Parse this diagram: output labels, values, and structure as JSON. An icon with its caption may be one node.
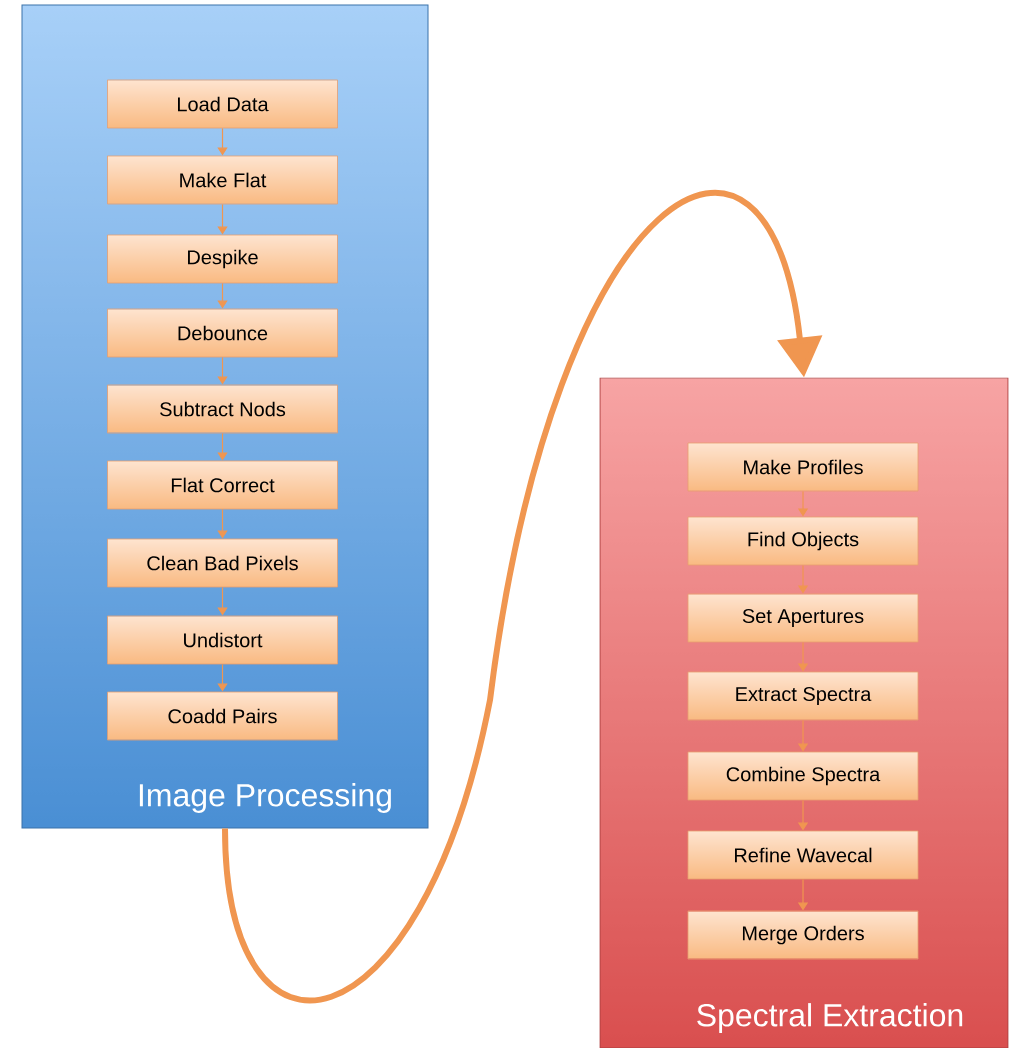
{
  "diagram": {
    "nodes": [
      {
        "text": [
          "Image Processing"
        ]
      },
      {
        "text": [
          "Load Data"
        ],
        "in": 0
      },
      {
        "text": [
          "Make Flat"
        ],
        "in": 0
      },
      {
        "text": [
          "Despike"
        ],
        "in": 0
      },
      {
        "text": [
          "Debounce"
        ],
        "in": 0
      },
      {
        "text": [
          "Subtract Nods"
        ],
        "in": 0
      },
      {
        "text": [
          "Flat Correct"
        ],
        "in": 0
      },
      {
        "text": [
          "Clean Bad Pixels"
        ],
        "in": 0
      },
      {
        "text": [
          "Undistort"
        ],
        "in": 0
      },
      {
        "text": [
          "Coadd Pairs"
        ],
        "in": 0
      },
      {
        "text": [
          "Spectral Extraction"
        ]
      },
      {
        "text": [
          "Make Profiles"
        ],
        "in": 10
      },
      {
        "text": [
          "Find Objects"
        ],
        "in": 10
      },
      {
        "text": [
          "Set Apertures"
        ],
        "in": 10
      },
      {
        "text": [
          "Extract Spectra"
        ],
        "in": 10
      },
      {
        "text": [
          "Combine Spectra"
        ],
        "in": 10
      },
      {
        "text": [
          "Refine Wavecal"
        ],
        "in": 10
      },
      {
        "text": [
          "Merge Orders"
        ],
        "in": 10
      }
    ],
    "edges": [
      {
        "from": 1,
        "to": 2,
        "arrow": "to"
      },
      {
        "from": 2,
        "to": 3,
        "arrow": "to"
      },
      {
        "from": 3,
        "to": 4,
        "arrow": "to"
      },
      {
        "from": 4,
        "to": 5,
        "arrow": "to"
      },
      {
        "from": 5,
        "to": 6,
        "arrow": "to"
      },
      {
        "from": 6,
        "to": 7,
        "arrow": "to"
      },
      {
        "from": 7,
        "to": 8,
        "arrow": "to"
      },
      {
        "from": 8,
        "to": 9,
        "arrow": "to"
      },
      {
        "from": 11,
        "to": 12,
        "arrow": "to"
      },
      {
        "from": 12,
        "to": 13,
        "arrow": "to"
      },
      {
        "from": 13,
        "to": 14,
        "arrow": "to"
      },
      {
        "from": 14,
        "to": 15,
        "arrow": "to"
      },
      {
        "from": 15,
        "to": 16,
        "arrow": "to"
      },
      {
        "from": 16,
        "to": 17,
        "arrow": "to"
      },
      {
        "from": 0,
        "to": 10,
        "arrow": "to",
        "style": "thick"
      }
    ]
  }
}
